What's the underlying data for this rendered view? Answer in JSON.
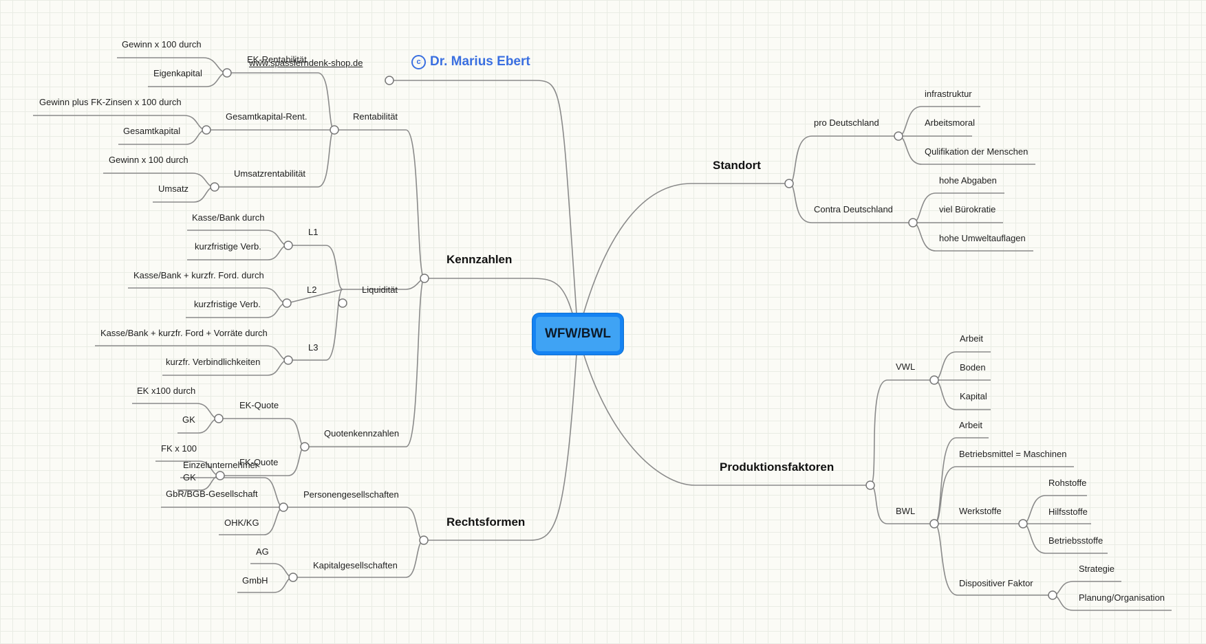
{
  "root": "WFW/BWL",
  "copyright": {
    "symbol": "c",
    "name": "Dr. Marius Ebert"
  },
  "link": "www.spasslerndenk-shop.de",
  "branches": {
    "kennzahlen": "Kennzahlen",
    "rechtsformen": "Rechtsformen",
    "standort": "Standort",
    "produktionsfaktoren": "Produktionsfaktoren"
  },
  "kennzahlen": {
    "rentabilitaet": "Rentabilität",
    "ek_rent": "EK-Rentabilität",
    "ek_rent_1": "Gewinn x 100 durch",
    "ek_rent_2": "Eigenkapital",
    "gk_rent": "Gesamtkapital-Rent.",
    "gk_rent_1": "Gewinn plus FK-Zinsen x 100 durch",
    "gk_rent_2": "Gesamtkapital",
    "umsatz_rent": "Umsatzrentabilität",
    "umsatz_rent_1": "Gewinn x 100 durch",
    "umsatz_rent_2": "Umsatz",
    "liquiditaet": "Liquidität",
    "l1": "L1",
    "l1_1": "Kasse/Bank durch",
    "l1_2": "kurzfristige Verb.",
    "l2": "L2",
    "l2_1": "Kasse/Bank + kurzfr. Ford. durch",
    "l2_2": "kurzfristige Verb.",
    "l3": "L3",
    "l3_1": "Kasse/Bank + kurzfr. Ford + Vorräte durch",
    "l3_2": "kurzfr. Verbindlichkeiten",
    "quoten": "Quotenkennzahlen",
    "ek_quote": "EK-Quote",
    "ek_quote_1": "EK x100 durch",
    "ek_quote_2": "GK",
    "fk_quote": "FK-Quote",
    "fk_quote_1": "FK x 100",
    "fk_quote_2": "GK"
  },
  "rechtsformen": {
    "personen": "Personengesellschaften",
    "einzel": "Einzelunternehmer",
    "gbr": "GbR/BGB-Gesellschaft",
    "ohk": "OHK/KG",
    "kapital": "Kapitalgesellschaften",
    "ag": "AG",
    "gmbh": "GmbH"
  },
  "standort": {
    "pro": "pro Deutschland",
    "pro_1": "infrastruktur",
    "pro_2": "Arbeitsmoral",
    "pro_3": "Qulifikation der Menschen",
    "contra": "Contra Deutschland",
    "contra_1": "hohe Abgaben",
    "contra_2": "viel Bürokratie",
    "contra_3": "hohe Umweltauflagen"
  },
  "produktionsfaktoren": {
    "vwl": "VWL",
    "vwl_1": "Arbeit",
    "vwl_2": "Boden",
    "vwl_3": "Kapital",
    "bwl": "BWL",
    "bwl_1": "Arbeit",
    "bwl_2": "Betriebsmittel = Maschinen",
    "werkstoffe": "Werkstoffe",
    "werk_1": "Rohstoffe",
    "werk_2": "Hilfsstoffe",
    "werk_3": "Betriebsstoffe",
    "dispositiv": "Dispositiver Faktor",
    "disp_1": "Strategie",
    "disp_2": "Planung/Organisation"
  }
}
